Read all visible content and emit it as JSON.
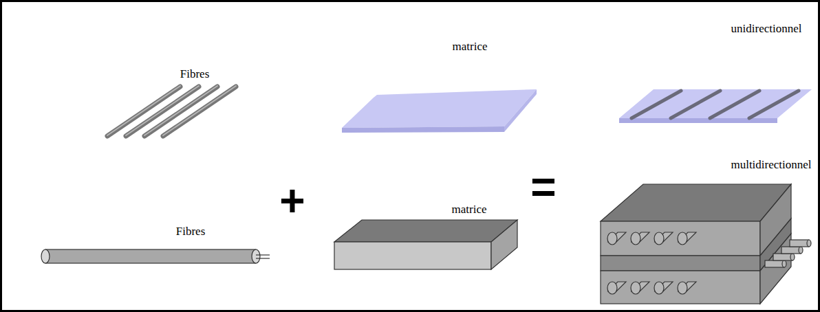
{
  "diagram": {
    "labels": [
      "Fibres",
      "matrice",
      "unidirectionnel",
      "Fibres",
      "matrice",
      "multidirectionnel",
      "+",
      "="
    ]
  }
}
